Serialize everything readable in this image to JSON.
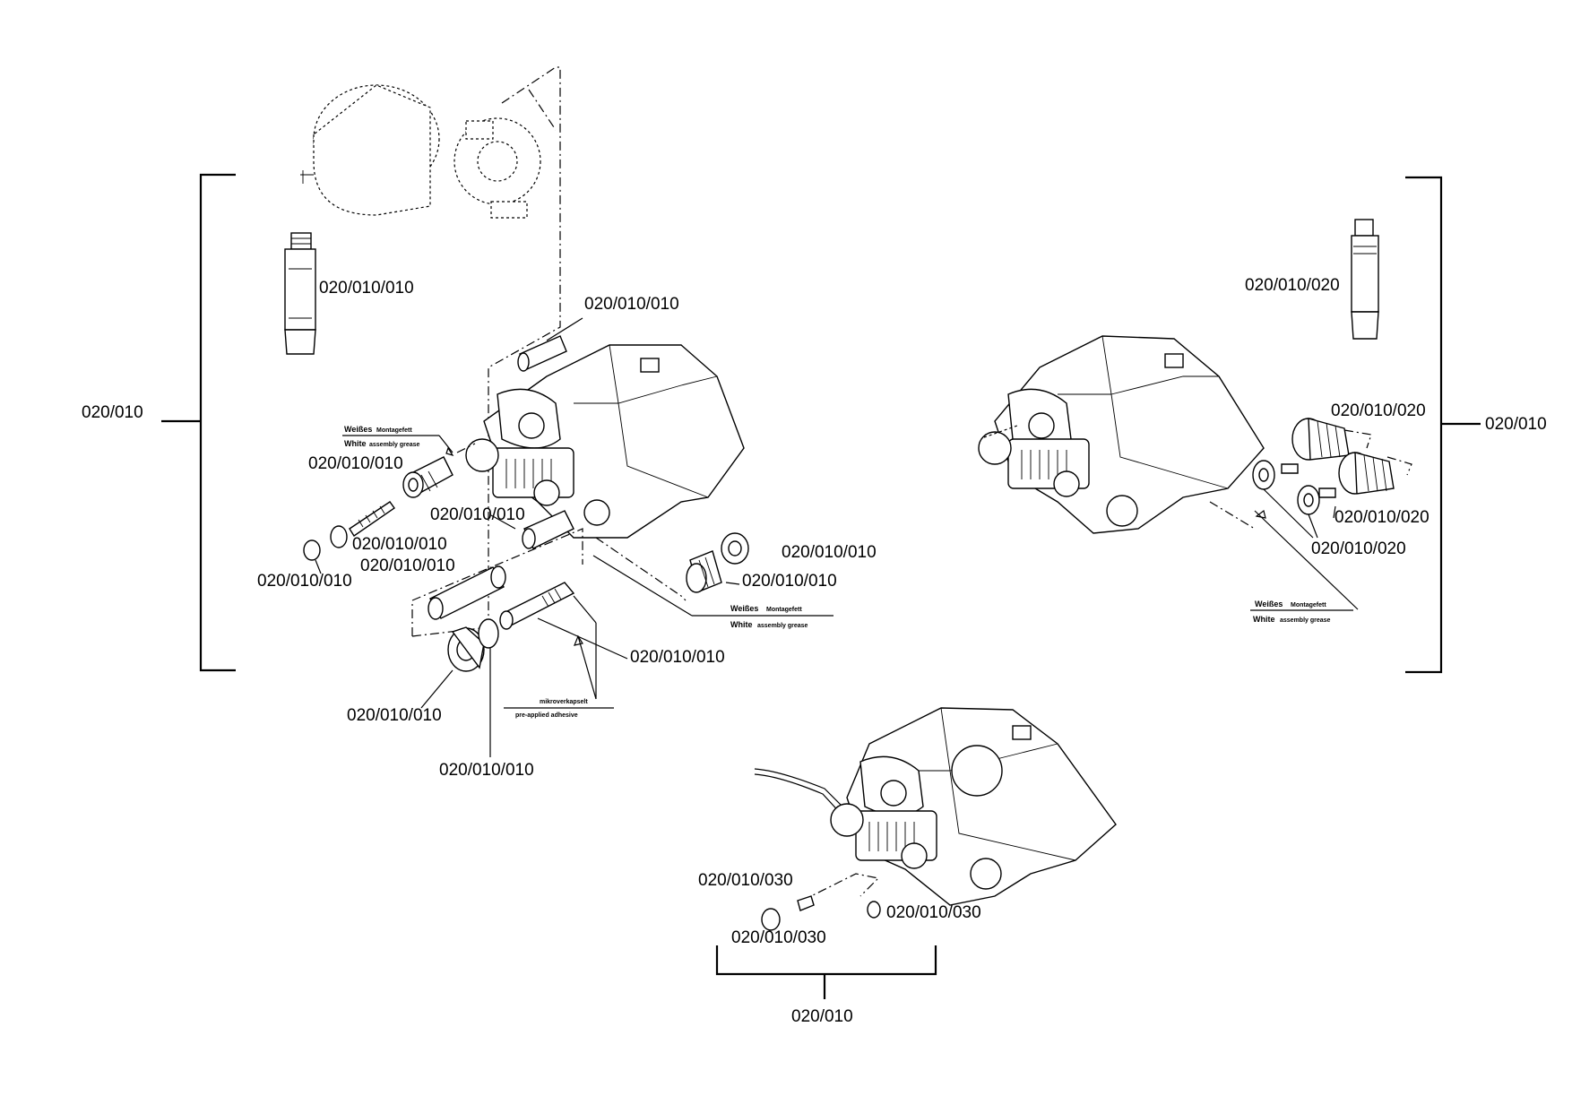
{
  "labels": {
    "left_group": "020/010",
    "right_group": "020/010",
    "bottom_group": "020/010",
    "l_tube": "020/010/010",
    "l_sleeve_top": "020/010/010",
    "l_bushing": "020/010/010",
    "l_sleeve_mid": "020/010/010",
    "l_bolt": "020/010/010",
    "l_bolt2": "020/010/010",
    "l_ring": "020/010/010",
    "l_boot_a": "020/010/010",
    "l_boot_b": "020/010/010",
    "l_pin": "020/010/010",
    "l_cap": "020/010/010",
    "l_oring": "020/010/010",
    "r_tube": "020/010/020",
    "r_boot_top": "020/010/020",
    "r_boot_mid": "020/010/020",
    "r_seals": "020/010/020",
    "b_left_top": "020/010/030",
    "b_left_bottom": "020/010/030",
    "b_right": "020/010/030"
  },
  "notes": {
    "grease_de": "Weißes",
    "grease_de_sub": "Montagefett",
    "grease_en": "White",
    "grease_en_sub": "assembly grease",
    "adhesive_de": "mikroverkapselt",
    "adhesive_en": "pre-applied adhesive"
  }
}
